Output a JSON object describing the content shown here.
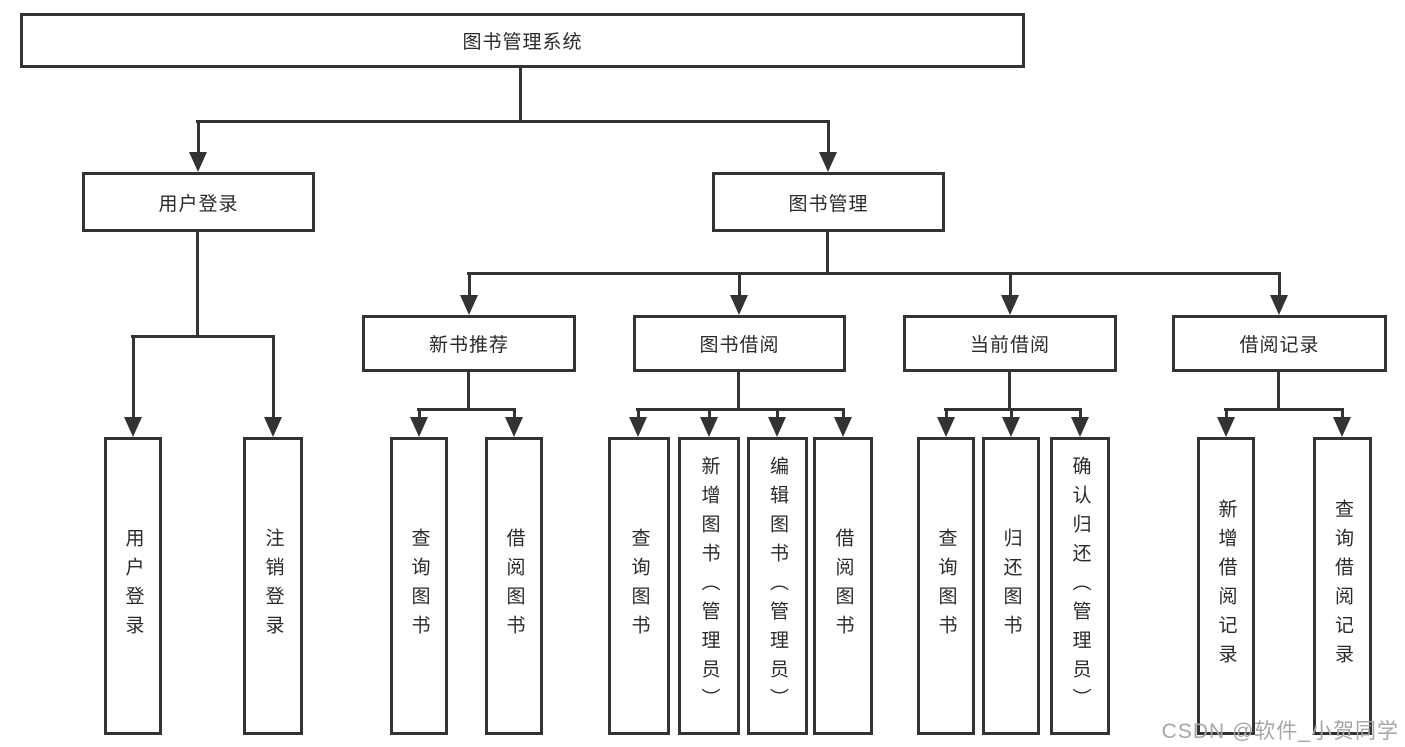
{
  "diagram": {
    "title": "图书管理系统",
    "colors": {
      "line": "#333333",
      "text": "#2a2a2a",
      "background": "#ffffff",
      "watermark": "#a6a6a6"
    },
    "tree": {
      "label": "图书管理系统",
      "children": [
        {
          "label": "用户登录",
          "children": [
            {
              "label": "用户登录"
            },
            {
              "label": "注销登录"
            }
          ]
        },
        {
          "label": "图书管理",
          "children": [
            {
              "label": "新书推荐",
              "children": [
                {
                  "label": "查询图书"
                },
                {
                  "label": "借阅图书"
                }
              ]
            },
            {
              "label": "图书借阅",
              "children": [
                {
                  "label": "查询图书"
                },
                {
                  "label": "新增图书（管理员）"
                },
                {
                  "label": "编辑图书（管理员）"
                },
                {
                  "label": "借阅图书"
                }
              ]
            },
            {
              "label": "当前借阅",
              "children": [
                {
                  "label": "查询图书"
                },
                {
                  "label": "归还图书"
                },
                {
                  "label": "确认归还（管理员）"
                }
              ]
            },
            {
              "label": "借阅记录",
              "children": [
                {
                  "label": "新增借阅记录"
                },
                {
                  "label": "查询借阅记录"
                }
              ]
            }
          ]
        }
      ]
    }
  },
  "watermark": {
    "text": "CSDN @软件_小贺同学"
  }
}
